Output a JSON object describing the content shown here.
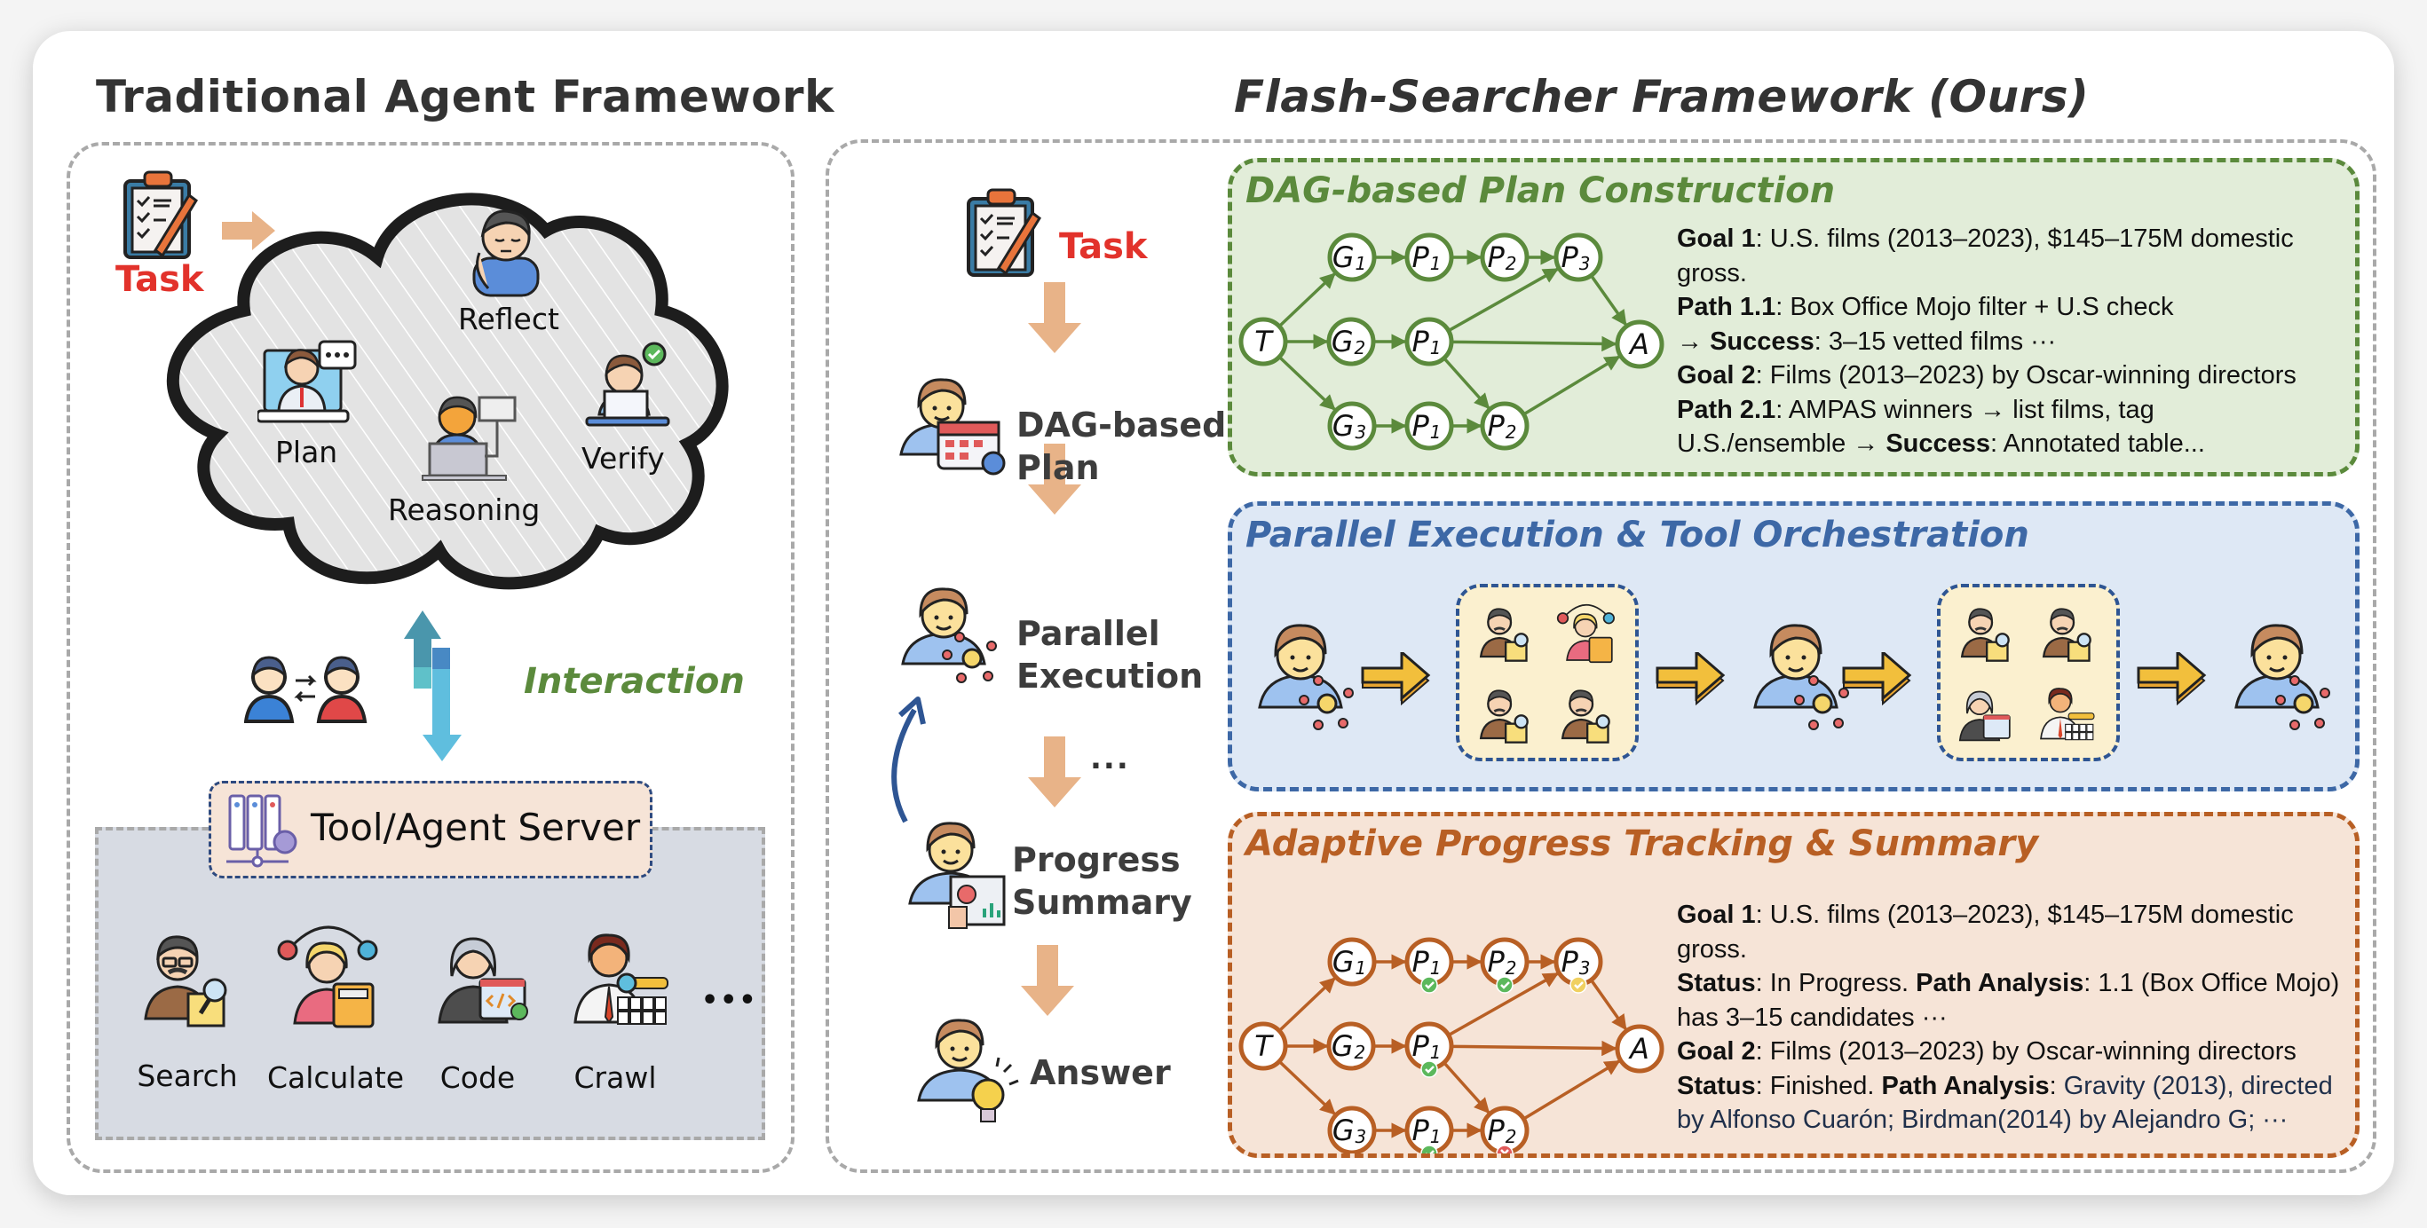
{
  "left_panel": {
    "title": "Traditional Agent Framework",
    "task_label": "Task",
    "cloud_items": [
      {
        "label": "Reflect",
        "icon": "reflect-person-icon"
      },
      {
        "label": "Plan",
        "icon": "plan-person-icon"
      },
      {
        "label": "Reasoning",
        "icon": "reasoning-person-icon"
      },
      {
        "label": "Verify",
        "icon": "verify-person-icon"
      }
    ],
    "interaction_label": "Interaction",
    "server_label": "Tool/Agent Server",
    "tools": [
      {
        "label": "Search",
        "icon": "search-tool-icon"
      },
      {
        "label": "Calculate",
        "icon": "calculate-tool-icon"
      },
      {
        "label": "Code",
        "icon": "code-tool-icon"
      },
      {
        "label": "Crawl",
        "icon": "crawl-tool-icon"
      }
    ],
    "tools_more": "•••"
  },
  "right_panel": {
    "title": "Flash-Searcher Framework (Ours)",
    "steps": [
      {
        "label": "Task",
        "icon": "clipboard-icon"
      },
      {
        "label_lines": [
          "DAG-based",
          "Plan"
        ],
        "icon": "planner-icon"
      },
      {
        "label_lines": [
          "Parallel",
          "Execution"
        ],
        "icon": "executor-icon"
      },
      {
        "label_lines": [
          "Progress",
          "Summary"
        ],
        "icon": "summary-icon"
      },
      {
        "label_lines": [
          "Answer"
        ],
        "icon": "answer-icon"
      }
    ],
    "ellipsis": "...",
    "dag_section": {
      "title": "DAG-based Plan Construction",
      "color": "#5b8a3c",
      "nodes": [
        {
          "id": "T",
          "label": "T",
          "sub": ""
        },
        {
          "id": "G1",
          "label": "G",
          "sub": "1"
        },
        {
          "id": "G1P1",
          "label": "P",
          "sub": "1"
        },
        {
          "id": "G1P2",
          "label": "P",
          "sub": "2"
        },
        {
          "id": "G1P3",
          "label": "P",
          "sub": "3"
        },
        {
          "id": "G2",
          "label": "G",
          "sub": "2"
        },
        {
          "id": "G2P1",
          "label": "P",
          "sub": "1"
        },
        {
          "id": "A",
          "label": "A",
          "sub": ""
        },
        {
          "id": "G3",
          "label": "G",
          "sub": "3"
        },
        {
          "id": "G3P1",
          "label": "P",
          "sub": "1"
        },
        {
          "id": "G3P2",
          "label": "P",
          "sub": "2"
        }
      ],
      "edges": [
        [
          "T",
          "G1"
        ],
        [
          "T",
          "G2"
        ],
        [
          "T",
          "G3"
        ],
        [
          "G1",
          "G1P1"
        ],
        [
          "G1P1",
          "G1P2"
        ],
        [
          "G1P2",
          "G1P3"
        ],
        [
          "G2",
          "G2P1"
        ],
        [
          "G2P1",
          "G1P3"
        ],
        [
          "G2P1",
          "A"
        ],
        [
          "G2P1",
          "G3P2"
        ],
        [
          "G3",
          "G3P1"
        ],
        [
          "G3P1",
          "G3P2"
        ],
        [
          "G1P3",
          "A"
        ],
        [
          "G3P2",
          "A"
        ]
      ],
      "lines": [
        [
          {
            "b": "Goal 1"
          },
          {
            "t": ": U.S. films (2013–2023), $145–175M domestic"
          }
        ],
        [
          {
            "t": "gross."
          }
        ],
        [
          {
            "b": "Path 1.1"
          },
          {
            "t": ": Box Office Mojo filter + U.S check"
          }
        ],
        [
          {
            "t": "→ "
          },
          {
            "b": "Success"
          },
          {
            "t": ": 3–15 vetted films ···"
          }
        ],
        [
          {
            "b": "Goal 2"
          },
          {
            "t": ": Films (2013–2023) by Oscar-winning directors"
          }
        ],
        [
          {
            "b": "Path 2.1"
          },
          {
            "t": ": AMPAS winners → list films, tag"
          }
        ],
        [
          {
            "t": "U.S./ensemble → "
          },
          {
            "b": "Success"
          },
          {
            "t": ": Annotated table..."
          }
        ]
      ]
    },
    "parallel_section": {
      "title": "Parallel Execution & Tool Orchestration",
      "color": "#3d68a6",
      "sequence": [
        "agent",
        "tool-group-1",
        "agent",
        "tool-group-2",
        "agent"
      ],
      "tool_group_1": [
        "search-tool-icon",
        "calculate-tool-icon",
        "search-tool-icon",
        "search-tool-icon"
      ],
      "tool_group_2": [
        "search-tool-icon",
        "search-tool-icon",
        "code-tool-icon",
        "crawl-tool-icon"
      ]
    },
    "progress_section": {
      "title": "Adaptive Progress Tracking & Summary",
      "color": "#b85f24",
      "node_status": {
        "G1P1": "done",
        "G1P2": "done",
        "G1P3": "in-progress",
        "G2P1": "done",
        "G3P1": "done",
        "G3P2": "failed"
      },
      "status_colors": {
        "done": "#5cb85c",
        "in-progress": "#f0d060",
        "failed": "#e05a5a"
      },
      "lines": [
        [
          {
            "b": "Goal 1"
          },
          {
            "t": ": U.S. films (2013–2023), $145–175M domestic"
          }
        ],
        [
          {
            "t": "gross."
          }
        ],
        [
          {
            "b": "Status"
          },
          {
            "t": ": In Progress. "
          },
          {
            "b": "Path Analysis"
          },
          {
            "t": ": 1.1 (Box Office Mojo)"
          }
        ],
        [
          {
            "t": "has 3–15 candidates ···"
          }
        ],
        [
          {
            "b": "Goal 2"
          },
          {
            "t": ": Films (2013–2023) by Oscar-winning directors"
          }
        ],
        [
          {
            "b": "Status"
          },
          {
            "t": ": Finished. "
          },
          {
            "b": "Path Analysis"
          },
          {
            "t": ": "
          },
          {
            "n": "Gravity (2013), directed"
          }
        ],
        [
          {
            "n": "by Alfonso Cuarón; Birdman(2014) by Alejandro G; ···"
          }
        ]
      ]
    }
  },
  "colors": {
    "task_red": "#e2322b",
    "arrow_peach": "#e8b388",
    "interaction_green": "#5b8a3c",
    "loop_arrow_blue": "#2e5593",
    "yellow_arrow": "#f2bf3c"
  }
}
